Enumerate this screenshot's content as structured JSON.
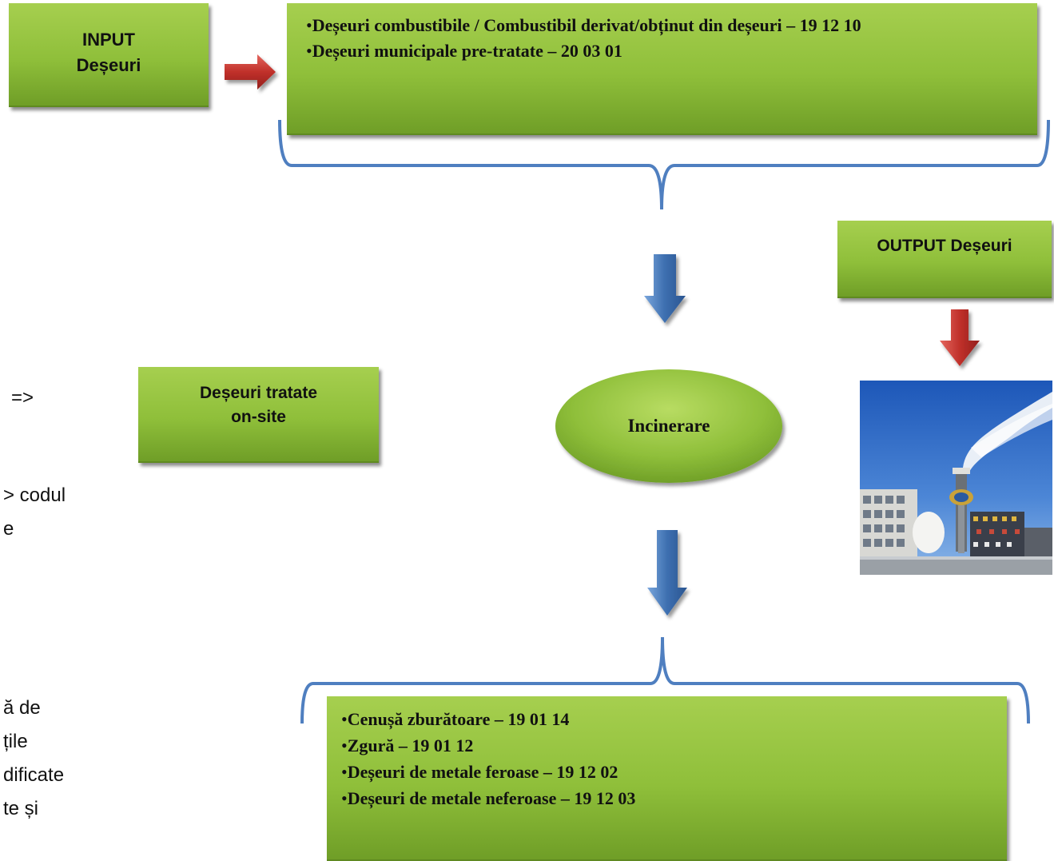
{
  "input_box": {
    "line1": "INPUT",
    "line2": "Deșeuri"
  },
  "input_list": [
    "Deșeuri combustibile / Combustibil derivat/obținut din deșeuri – 19 12 10",
    "Deșeuri municipale pre-tratate – 20 03 01"
  ],
  "output_box": {
    "label": "OUTPUT Deșeuri"
  },
  "treated_box": {
    "line1": "Deșeuri tratate",
    "line2": "on-site"
  },
  "process": {
    "label": "Incinerare"
  },
  "output_list": [
    "Cenușă zburătoare – 19 01 14",
    "Zgură – 19 01 12",
    "Deșeuri de metale feroase – 19 12 02",
    "Deșeuri de metale neferoase – 19 12 03"
  ],
  "left_fragments": [
    "=>",
    "> codul",
    "e",
    "ă de",
    "țile",
    "dificate",
    "te și"
  ],
  "colors": {
    "box_green": "#8fbf3a",
    "arrow_red": "#c0302a",
    "arrow_blue": "#3d6fb0",
    "brace_blue": "#4f7fc0"
  }
}
